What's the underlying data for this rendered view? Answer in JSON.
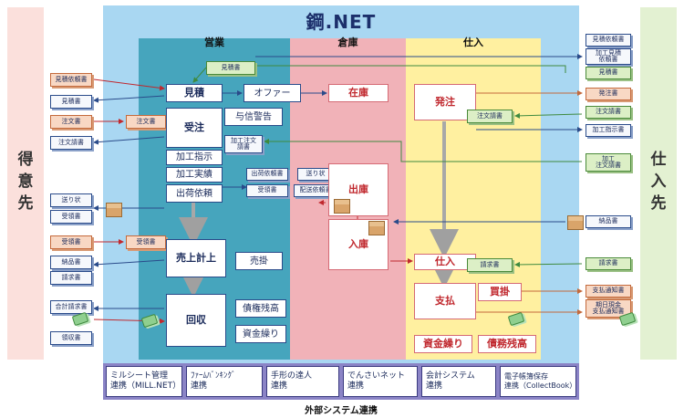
{
  "title": "鋼.NET",
  "left_label": [
    "得",
    "意",
    "先"
  ],
  "right_label": [
    "仕",
    "入",
    "先"
  ],
  "columns": {
    "eigyo": "営業",
    "souko": "倉庫",
    "shire": "仕入"
  },
  "eigyo": {
    "mitsumori": "見積",
    "offer": "オファー",
    "juchu": "受注",
    "yoshin": "与信警告",
    "kako_shiji": "加工指示",
    "kako_jisseki": "加工実績",
    "shukka_irai": "出荷依頼",
    "uriage": "売上計上",
    "urikake": "売掛",
    "kaishu": "回収",
    "saiken": "債権残高",
    "shikin_guri": "資金繰り"
  },
  "souko": {
    "zaiko": "在庫",
    "shukko": "出庫",
    "nyuko": "入庫"
  },
  "shire": {
    "hatchu": "発注",
    "shiire": "仕入",
    "shiharai": "支払",
    "kaikake": "買掛",
    "shikin_guri": "資金繰り",
    "saimu": "債務残高"
  },
  "docs": {
    "mitsumori_irai": "見積依頼書",
    "mitsumorisho_l": "見積書",
    "chumon_l": "注文書",
    "chumon_mid": "注文書",
    "chumon_uke_l": "注文請書",
    "okurijo": "送り状",
    "juryo_l": "受領書",
    "juryo_l2": "受領書",
    "juryo_mid": "受領書",
    "nohin_l": "納品書",
    "seikyu_l": "請求書",
    "goukei_seikyu": "合計請求書",
    "ryoshu": "領収書",
    "mitsumorisho_top": "見積書",
    "kako_chumon": "加工注文\n請書",
    "shukka_irai_sho": "出荷依頼書",
    "okurijo2": "送り状",
    "juryo2": "受領書",
    "haiso_irai": "配送依頼書",
    "chumon_uke_mid": "注文請書",
    "seikyu_mid": "請求書",
    "r_mitsumori_irai": "見積依頼書",
    "r_kako_mitsumori": "加工見積\n依頼書",
    "r_mitsumorisho": "見積書",
    "r_hatchu": "発注書",
    "r_chumon_uke": "注文請書",
    "r_kako_shiji": "加工指示書",
    "r_kako_chumon": "加工\n注文請書",
    "r_nohin": "納品書",
    "r_seikyu": "請求書",
    "r_shiharai_tsuchi": "支払通知書",
    "r_kijitsu": "期日現金\n支払通知書"
  },
  "external": [
    "ミルシート管理\n連携（MILL.NET）",
    "ﾌｧｰﾑﾊﾞﾝｷﾝｸﾞ\n連携",
    "手形の達人\n連携",
    "でんさいネット\n連携",
    "会計システム\n連携",
    "電子帳簿保存\n連携（CollectBook）"
  ],
  "footer": "外部システム連携",
  "colors": {
    "main_bg": "#a9d7f2",
    "eigyo": "#46a5bd",
    "souko": "#f1b2b8",
    "shire": "#fff0a0",
    "band": "#8b84c6"
  },
  "icons": [
    "package-icon",
    "money-icon"
  ]
}
